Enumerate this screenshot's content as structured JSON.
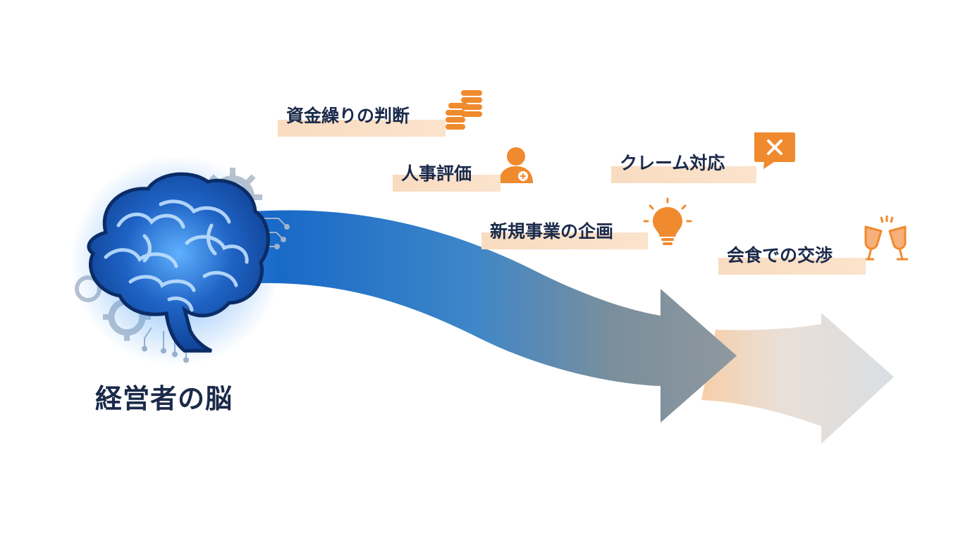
{
  "brain": {
    "title": "経営者の脳"
  },
  "tasks": [
    {
      "label": "資金繰りの判断",
      "icon": "coins-icon"
    },
    {
      "label": "人事評価",
      "icon": "person-icon"
    },
    {
      "label": "クレーム対応",
      "icon": "speech-bubble-x-icon"
    },
    {
      "label": "新規事業の企画",
      "icon": "lightbulb-icon"
    },
    {
      "label": "会食での交渉",
      "icon": "toast-glasses-icon"
    }
  ],
  "colors": {
    "accent": "#f08a2e",
    "text": "#1b2a4a",
    "highlight": "#fbe0c6",
    "flow_start": "#1466c8",
    "flow_end": "#8e989f",
    "brain_blue": "#2b7be0"
  }
}
